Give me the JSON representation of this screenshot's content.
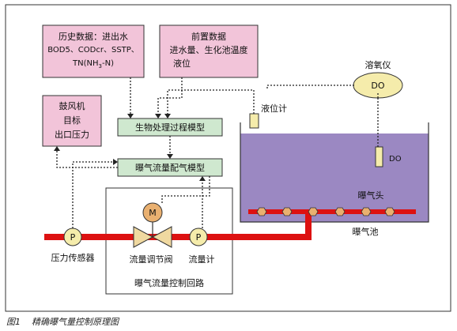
{
  "boxes": {
    "history": {
      "line1": "历史数据：进出水",
      "line2": "BOD5、CODcr、SSTP、",
      "line3": "TN(NH",
      "line3_sub": "3",
      "line3_end": "-N)"
    },
    "feedforward": {
      "line1": "前置数据",
      "line2": "进水量、生化池温度",
      "line3": "液位"
    },
    "blower": {
      "line1": "鼓风机",
      "line2": "目标",
      "line3": "出口压力"
    },
    "bio_model": {
      "label": "生物处理过程模型"
    },
    "aeration_model": {
      "label": "曝气流量配气模型"
    },
    "loop": {
      "label": "曝气流量控制回路"
    }
  },
  "instruments": {
    "do_meter": {
      "label": "溶氧仪",
      "symbol": "DO"
    },
    "do_probe": {
      "symbol": "DO"
    },
    "level_meter": {
      "label": "液位计"
    },
    "pressure_sensor": {
      "symbol": "P",
      "label": "压力传感器"
    },
    "flow_meter": {
      "symbol": "P",
      "label": "流量计"
    },
    "valve": {
      "label": "流量调节阀"
    },
    "motor": {
      "symbol": "M"
    },
    "aerator": {
      "label": "曝气头"
    }
  },
  "tank": {
    "label": "曝气池"
  },
  "caption": {
    "figure": "图1",
    "title": "精确曝气量控制原理图"
  },
  "colors": {
    "pink_box": "#f2c4d9",
    "green_box": "#cfe8cf",
    "water": "#9b88c2",
    "pipe": "#dd1111",
    "instrument": "#f5ecab",
    "motor": "#e9b070",
    "valve": "#f0d9a0"
  }
}
